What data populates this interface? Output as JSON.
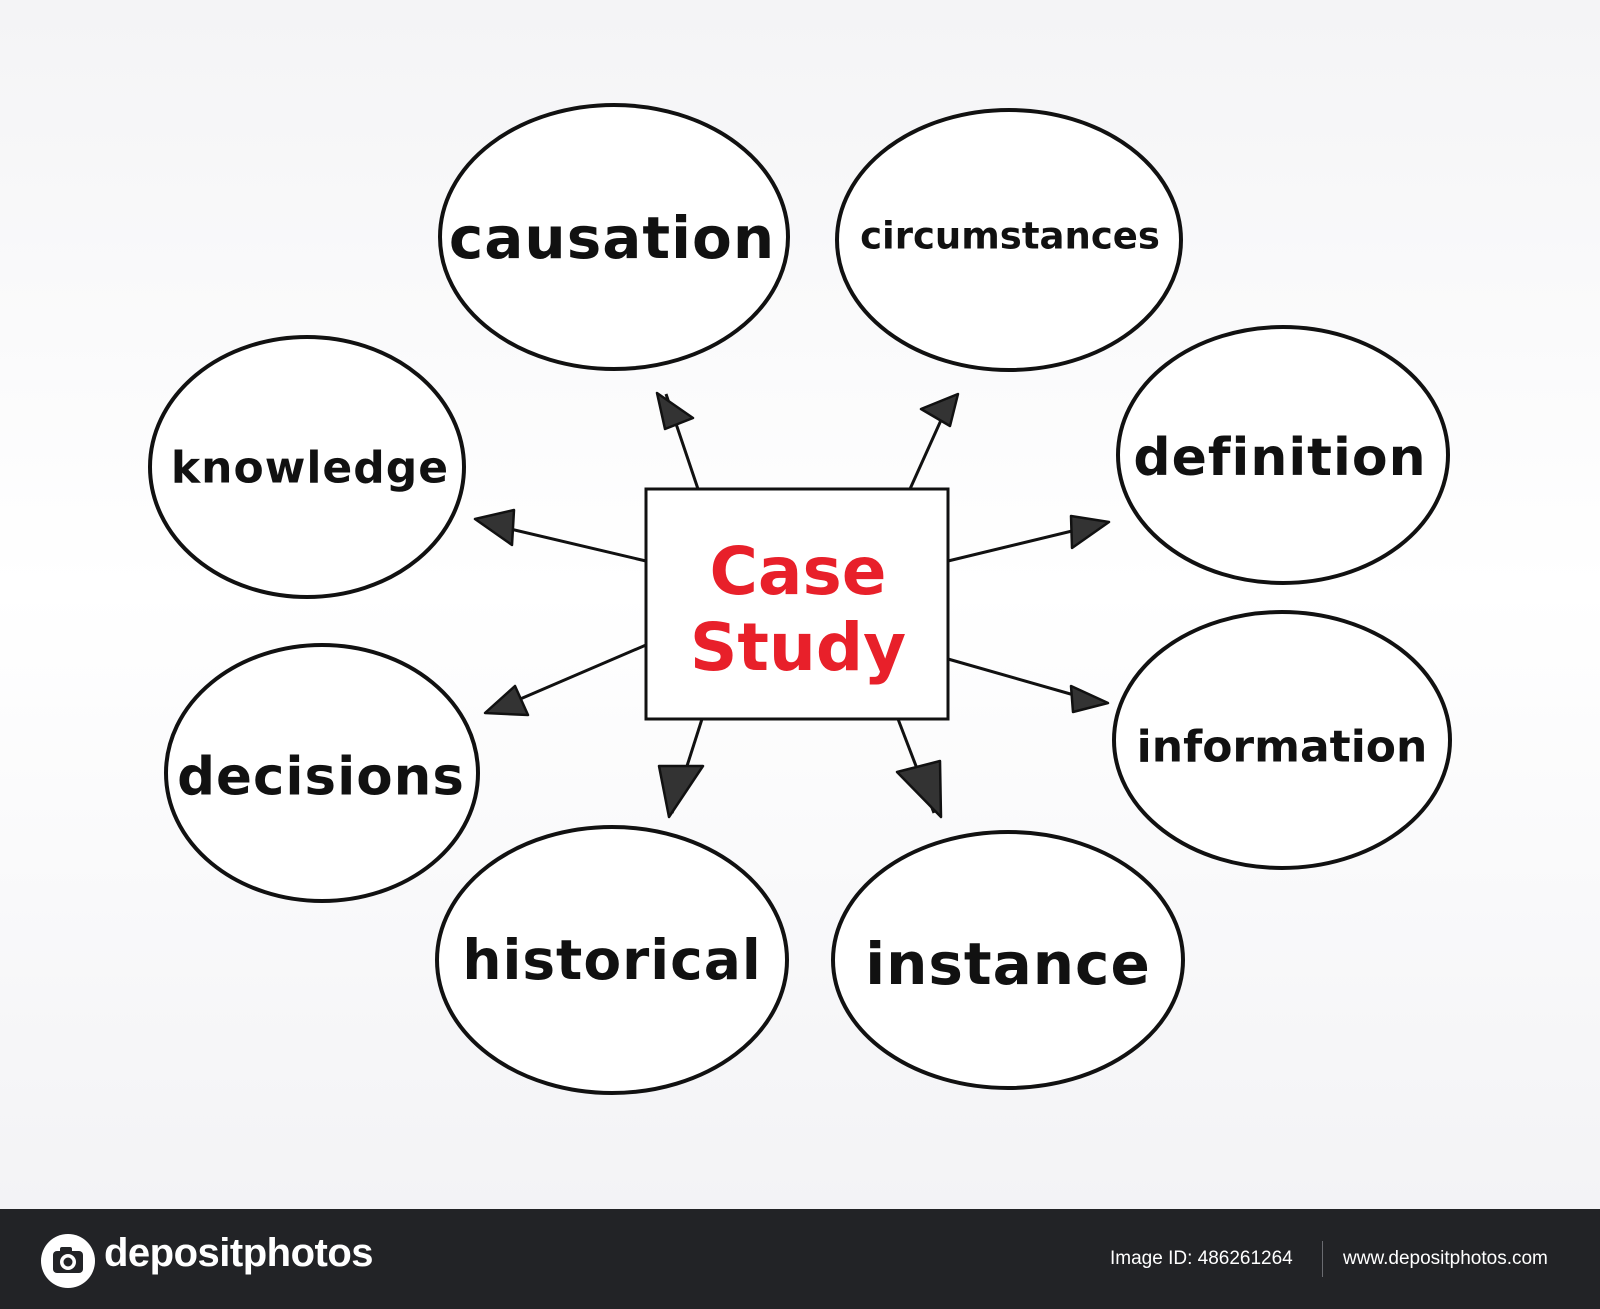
{
  "diagram": {
    "center": {
      "line1": "Case",
      "line2": "Study"
    },
    "nodes": [
      {
        "key": "causation",
        "label": "causation"
      },
      {
        "key": "circumstances",
        "label": "circumstances"
      },
      {
        "key": "knowledge",
        "label": "knowledge"
      },
      {
        "key": "definition",
        "label": "definition"
      },
      {
        "key": "decisions",
        "label": "decisions"
      },
      {
        "key": "information",
        "label": "information"
      },
      {
        "key": "historical",
        "label": "historical"
      },
      {
        "key": "instance",
        "label": "instance"
      }
    ]
  },
  "footer": {
    "brand": "depositphotos",
    "image_id": "Image ID: 486261264",
    "url": "www.depositphotos.com"
  },
  "colors": {
    "center_text": "#e8202a",
    "ink": "#111111",
    "footer_bg": "#222326"
  },
  "icons": [
    "arrow-icon",
    "depositphotos-logo-icon"
  ]
}
